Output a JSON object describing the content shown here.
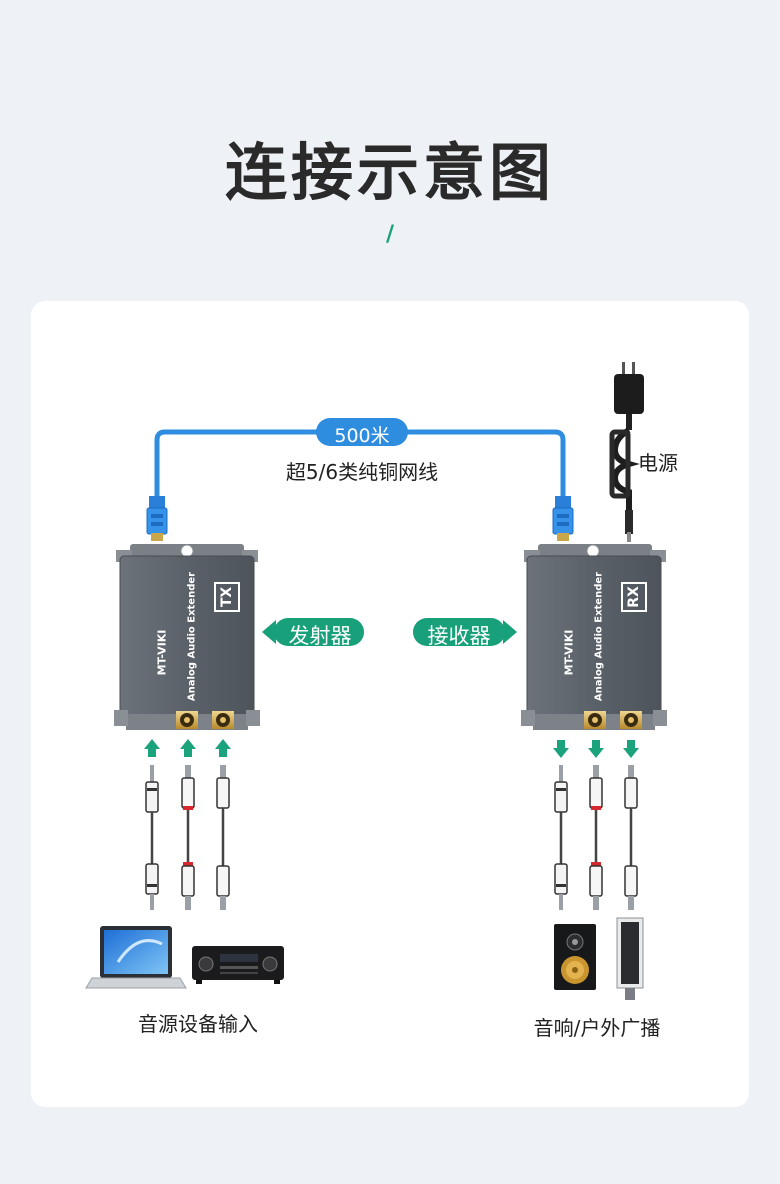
{
  "header": {
    "title": "连接示意图",
    "separator": "/"
  },
  "cable": {
    "distance_label": "500米",
    "type_label": "超5/6类纯铜网线",
    "color": "#2f8de0"
  },
  "power": {
    "label": "电源"
  },
  "transmitter": {
    "callout": "发射器",
    "badge": "TX",
    "brand": "MT-VIKI",
    "model": "Analog Audio Extender"
  },
  "receiver": {
    "callout": "接收器",
    "badge": "RX",
    "brand": "MT-VIKI",
    "model": "Analog Audio Extender"
  },
  "source": {
    "label": "音源设备输入",
    "devices": [
      "laptop-icon",
      "av-receiver-icon"
    ]
  },
  "output": {
    "label": "音响/户外广播",
    "devices": [
      "speaker-icon",
      "column-speaker-icon"
    ]
  },
  "colors": {
    "accent": "#17a07a",
    "device_body": "#5d636b",
    "arrow": "#1aa37d"
  }
}
